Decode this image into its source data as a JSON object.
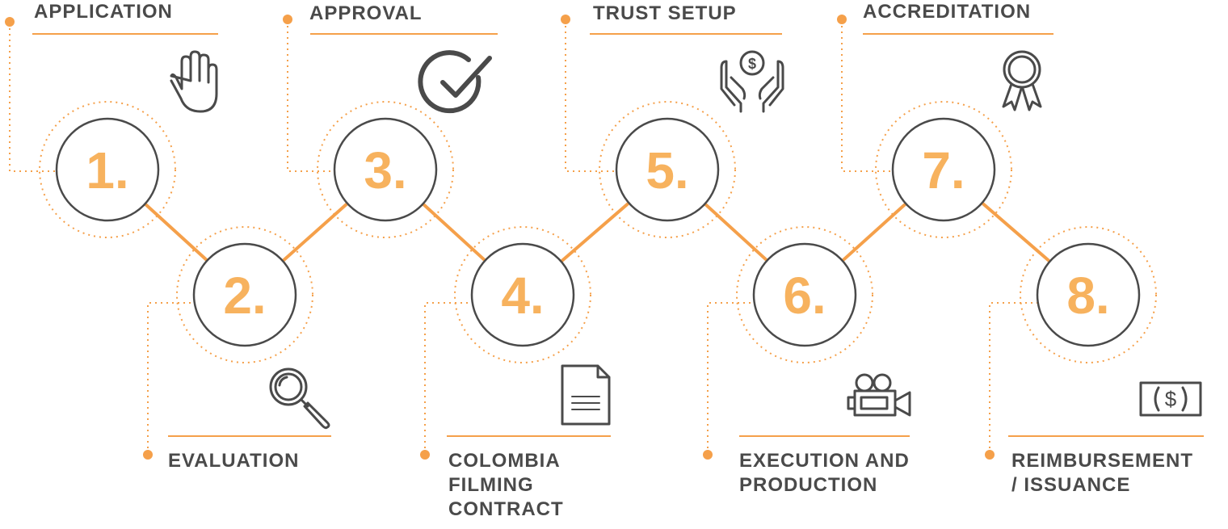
{
  "colors": {
    "accent": "#F5A04A",
    "number": "#F7B25E",
    "stroke": "#4a4a4a",
    "text": "#4a4a4a"
  },
  "steps": [
    {
      "number": "1.",
      "label": [
        "APPLICATION"
      ],
      "icon": "raised-hand-icon"
    },
    {
      "number": "2.",
      "label": [
        "EVALUATION"
      ],
      "icon": "magnifying-glass-icon"
    },
    {
      "number": "3.",
      "label": [
        "APPROVAL"
      ],
      "icon": "check-circle-icon"
    },
    {
      "number": "4.",
      "label": [
        "COLOMBIA",
        "FILMING",
        "CONTRACT"
      ],
      "icon": "document-icon"
    },
    {
      "number": "5.",
      "label": [
        "TRUST SETUP"
      ],
      "icon": "hands-dollar-icon"
    },
    {
      "number": "6.",
      "label": [
        "EXECUTION AND",
        "PRODUCTION"
      ],
      "icon": "movie-camera-icon"
    },
    {
      "number": "7.",
      "label": [
        "ACCREDITATION"
      ],
      "icon": "award-ribbon-icon"
    },
    {
      "number": "8.",
      "label": [
        "REIMBURSEMENT",
        "/ ISSUANCE"
      ],
      "icon": "banknote-icon"
    }
  ]
}
